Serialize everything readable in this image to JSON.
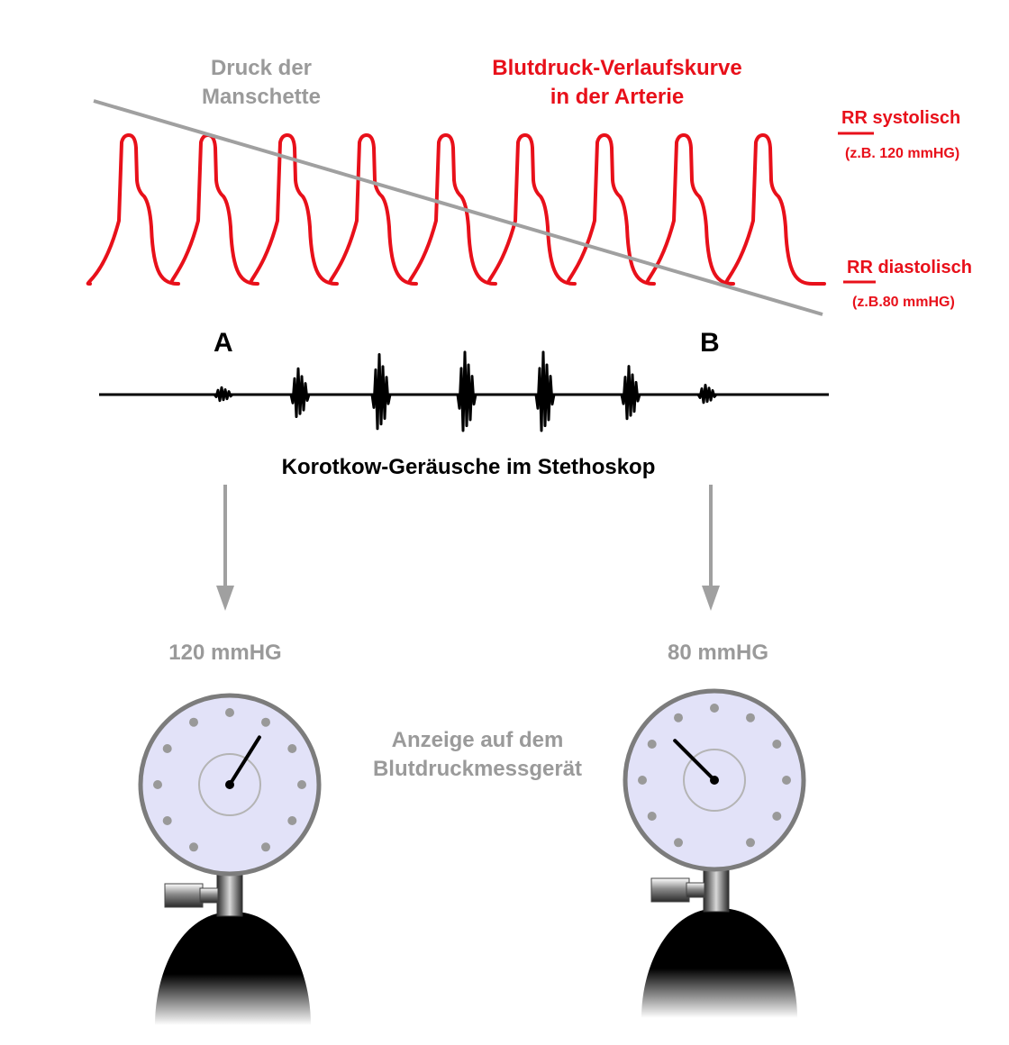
{
  "labels": {
    "cuff_pressure": [
      "Druck der",
      "Manschette"
    ],
    "arterial_curve": [
      "Blutdruck-Verlaufskurve",
      "in der Arterie"
    ],
    "rr_systolic": {
      "abbr": "RR",
      "text": "systolisch",
      "example": "(z.B. 120 mmHG)"
    },
    "rr_diastolic": {
      "abbr": "RR",
      "text": "diastolisch",
      "example": "(z.B.80 mmHG)"
    },
    "point_a": "A",
    "point_b": "B",
    "korotkoff": "Korotkow-Geräusche im Stethoskop",
    "reading_left": "120 mmHG",
    "reading_right": "80 mmHG",
    "gauge_caption": [
      "Anzeige auf dem",
      "Blutdruckmessgerät"
    ]
  },
  "waveform": {
    "beats": 9
  },
  "korotkoff_bursts": [
    {
      "amplitude": 0.15
    },
    {
      "amplitude": 0.55
    },
    {
      "amplitude": 0.85
    },
    {
      "amplitude": 0.9
    },
    {
      "amplitude": 0.9
    },
    {
      "amplitude": 0.6
    },
    {
      "amplitude": 0.2
    }
  ],
  "gauges": [
    {
      "id": "left",
      "needle_angle_deg": 32
    },
    {
      "id": "right",
      "needle_angle_deg": -45
    }
  ],
  "colors": {
    "red": "#e8101a",
    "gray_text": "#9a9a9a",
    "gray_line": "#a0a0a0",
    "black": "#000000",
    "dial_face": "#e2e2f8",
    "dial_rim": "#7c7c7c"
  }
}
